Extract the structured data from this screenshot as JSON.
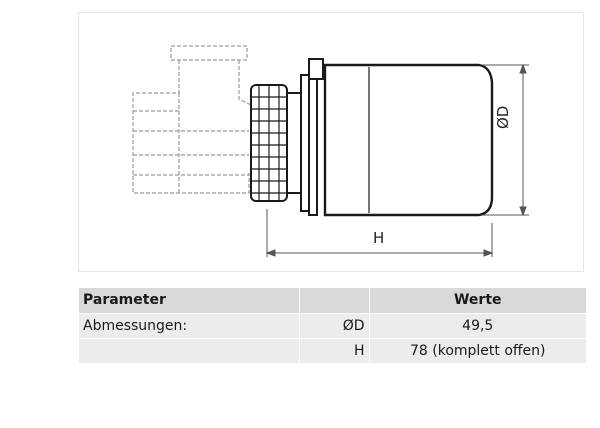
{
  "figure": {
    "dim_h_label": "H",
    "dim_d_label": "ØD"
  },
  "table": {
    "headers": [
      "Parameter",
      "",
      "Werte"
    ],
    "rows": [
      {
        "param": "Abmessungen:",
        "symbol": "ØD",
        "value": "49,5"
      },
      {
        "param": "",
        "symbol": "H",
        "value": "78 (komplett offen)"
      }
    ]
  }
}
